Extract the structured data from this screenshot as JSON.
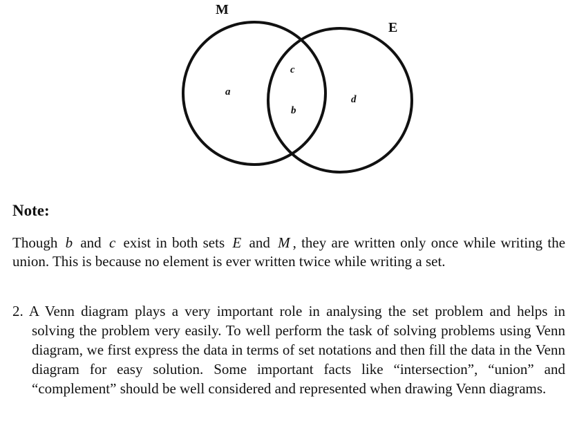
{
  "diagram": {
    "set_m_label": "M",
    "set_e_label": "E",
    "region_a": "a",
    "region_b": "b",
    "region_c": "c",
    "region_d": "d"
  },
  "note": {
    "heading": "Note:",
    "text_1": "Though",
    "var_b": "b",
    "text_2": "and",
    "var_c": "c",
    "text_3": "exist in both sets",
    "var_E": "E",
    "text_4": "and",
    "var_M": "M",
    "text_5": ", they are written only once while writing the union. This is because no element is ever written twice while writing a set."
  },
  "list": {
    "item_2": "2. A Venn diagram plays a very important role in analysing the set problem and helps in solving the problem very easily. To well perform the task of solving problems using Venn diagram, we first express the data in terms of set notations and then fill the data in the Venn diagram for easy solution. Some important facts like “intersection”, “union” and “complement” should be well considered and represented when drawing Venn diagrams."
  }
}
